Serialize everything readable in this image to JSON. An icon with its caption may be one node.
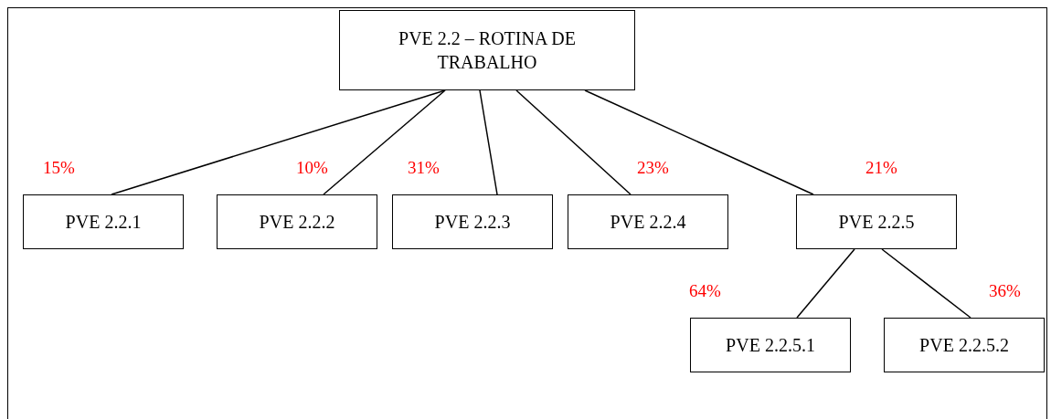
{
  "diagram": {
    "nodes": [
      {
        "text": [
          "PVE 2.2 – ROTINA DE TRABALHO"
        ]
      },
      {
        "text": [
          "PVE 2.2.1"
        ]
      },
      {
        "text": [
          "PVE 2.2.2"
        ]
      },
      {
        "text": [
          "PVE 2.2.3"
        ]
      },
      {
        "text": [
          "PVE 2.2.4"
        ]
      },
      {
        "text": [
          "PVE 2.2.5"
        ]
      },
      {
        "text": [
          "PVE 2.2.5.1"
        ]
      },
      {
        "text": [
          "PVE 2.2.5.2"
        ]
      }
    ],
    "edges": [
      {
        "from": 0,
        "to": 1,
        "arrow": "none",
        "label": "15%"
      },
      {
        "from": 0,
        "to": 2,
        "arrow": "none",
        "label": "10%"
      },
      {
        "from": 0,
        "to": 3,
        "arrow": "none",
        "label": "31%"
      },
      {
        "from": 0,
        "to": 4,
        "arrow": "none",
        "label": "23%"
      },
      {
        "from": 0,
        "to": 5,
        "arrow": "none",
        "label": "21%"
      },
      {
        "from": 5,
        "to": 6,
        "arrow": "none",
        "label": "64%"
      },
      {
        "from": 5,
        "to": 7,
        "arrow": "none",
        "label": "36%"
      }
    ]
  }
}
